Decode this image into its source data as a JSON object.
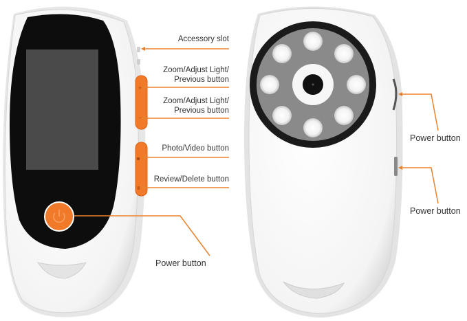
{
  "diagram": {
    "accent_color": "#f07a2a",
    "leader_color": "#e8822e",
    "body_color": "#fafafa",
    "screen_color": "#4a4a4a",
    "bezel_color": "#0d0d0d",
    "front_view": {
      "labels": {
        "accessory_slot": "Accessory slot",
        "zoom1_line1": "Zoom/Adjust Light/",
        "zoom1_line2": "Previous button",
        "zoom2_line1": "Zoom/Adjust Light/",
        "zoom2_line2": "Previous button",
        "photo_video": "Photo/Video button",
        "review_delete": "Review/Delete button",
        "power": "Power button"
      },
      "icons": [
        "power-icon",
        "plus-icon",
        "minus-icon",
        "camera-icon",
        "trash-icon"
      ]
    },
    "back_view": {
      "labels": {
        "power_top": "Power button",
        "power_bottom": "Power button"
      },
      "led_count": 8
    }
  }
}
